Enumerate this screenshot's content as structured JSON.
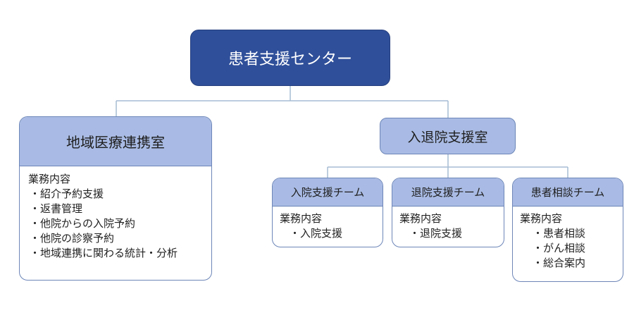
{
  "root": {
    "label": "患者支援センター"
  },
  "chiiki": {
    "title": "地域医療連携室",
    "duties_label": "業務内容",
    "items": [
      "紹介予約支援",
      "返書管理",
      "他院からの入院予約",
      "他院の診察予約",
      "地域連携に関わる統計・分析"
    ]
  },
  "taiin": {
    "title": "入退院支援室"
  },
  "teams": [
    {
      "title": "入院支援チーム",
      "duties_label": "業務内容",
      "items": [
        "入院支援"
      ]
    },
    {
      "title": "退院支援チーム",
      "duties_label": "業務内容",
      "items": [
        "退院支援"
      ]
    },
    {
      "title": "患者相談チーム",
      "duties_label": "業務内容",
      "items": [
        "患者相談",
        "がん相談",
        "総合案内"
      ]
    }
  ],
  "colors": {
    "root_fill": "#2f4f9a",
    "header_fill": "#a9bbe4",
    "border": "#6d86b8",
    "connector": "#a6bcd3"
  }
}
